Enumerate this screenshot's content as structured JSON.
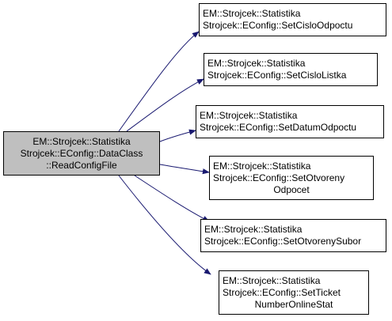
{
  "colors": {
    "edge": "#191970",
    "root_fill": "#bfbfbf",
    "node_border": "#000000"
  },
  "root": {
    "lines": [
      "EM::Strojcek::Statistika",
      "Strojcek::EConfig::DataClass",
      "::ReadConfigFile"
    ]
  },
  "callees": [
    {
      "lines": [
        "EM::Strojcek::Statistika",
        "Strojcek::EConfig::SetCisloOdpoctu"
      ]
    },
    {
      "lines": [
        "EM::Strojcek::Statistika",
        "Strojcek::EConfig::SetCisloListka"
      ]
    },
    {
      "lines": [
        "EM::Strojcek::Statistika",
        "Strojcek::EConfig::SetDatumOdpoctu"
      ]
    },
    {
      "lines": [
        "EM::Strojcek::Statistika",
        "Strojcek::EConfig::SetOtvoreny",
        "Odpocet"
      ]
    },
    {
      "lines": [
        "EM::Strojcek::Statistika",
        "Strojcek::EConfig::SetOtvorenySubor"
      ]
    },
    {
      "lines": [
        "EM::Strojcek::Statistika",
        "Strojcek::EConfig::SetTicket",
        "NumberOnlineStat"
      ]
    }
  ]
}
